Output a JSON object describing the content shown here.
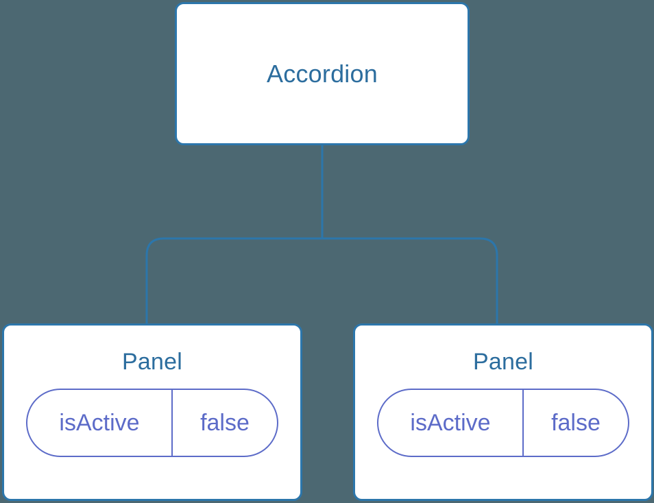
{
  "canvas": {
    "background_color": "#4c6872",
    "edge_color": "#2c76ab",
    "node_border_color": "#2c76ab",
    "node_fill_color": "#ffffff",
    "title_color": "#2c6d9e",
    "pill_color": "#5c6bc8"
  },
  "tree": {
    "root": {
      "title": "Accordion"
    },
    "children": [
      {
        "title": "Panel",
        "state": {
          "key": "isActive",
          "value": "false"
        }
      },
      {
        "title": "Panel",
        "state": {
          "key": "isActive",
          "value": "false"
        }
      }
    ]
  }
}
